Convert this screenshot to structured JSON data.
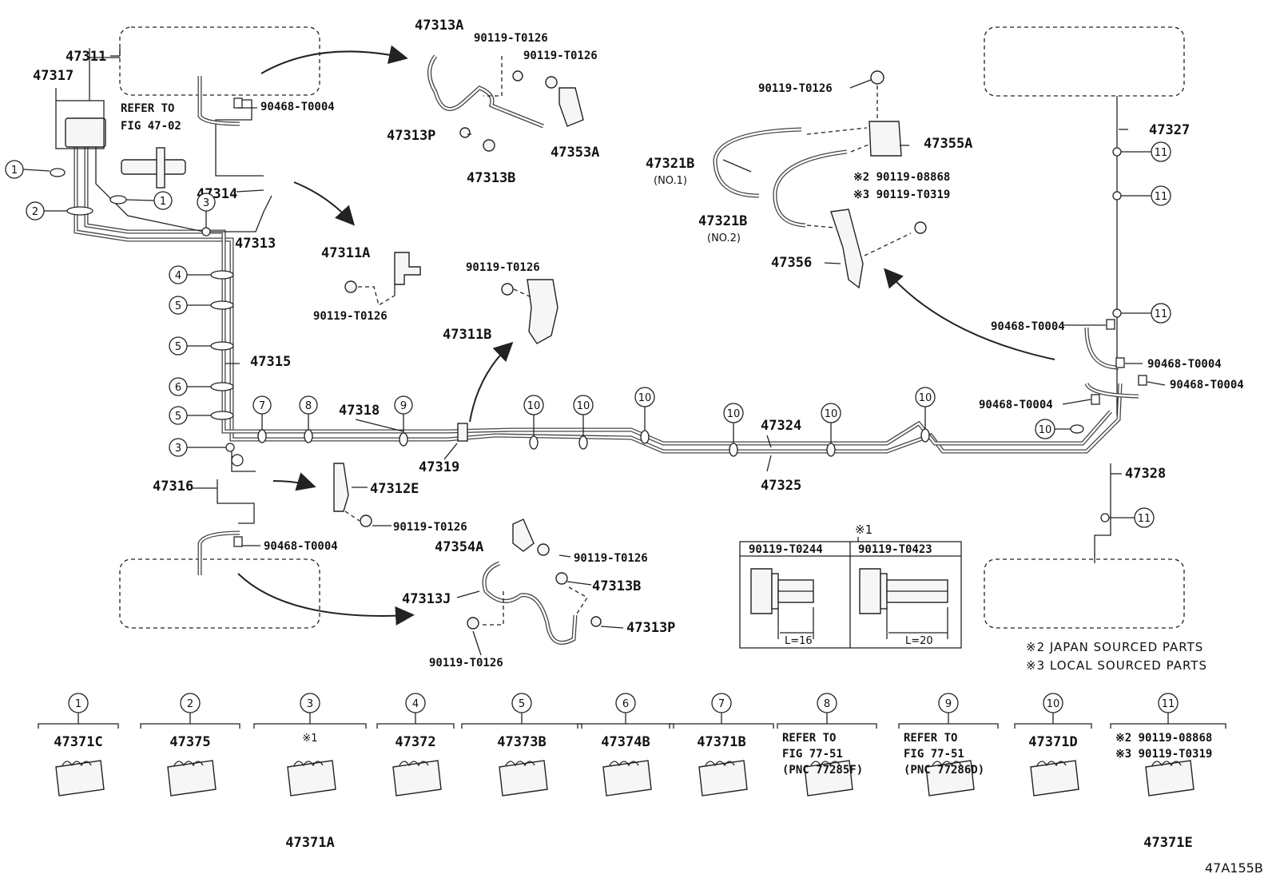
{
  "labels": {
    "p47311": "47311",
    "p47317": "47317",
    "refer_fig_line1": "REFER TO",
    "refer_fig_line2": "FIG 47-02",
    "p90468_a": "90468-T0004",
    "p47314": "47314",
    "p47313": "47313",
    "p47315": "47315",
    "p47318": "47318",
    "p47319": "47319",
    "p47316": "47316",
    "p47312e": "47312E",
    "p90119_b": "90119-T0126",
    "p90468_b": "90468-T0004",
    "p47313a": "47313A",
    "p90119_c1": "90119-T0126",
    "p90119_c2": "90119-T0126",
    "p47313p_top": "47313P",
    "p47313b_top": "47313B",
    "p47353a": "47353A",
    "p47311a": "47311A",
    "p90119_d": "90119-T0126",
    "p90119_e": "90119-T0126",
    "p47311b": "47311B",
    "p47354a": "47354A",
    "p90119_f": "90119-T0126",
    "p47313b_bot": "47313B",
    "p47313j": "47313J",
    "p47313p_bot": "47313P",
    "p90119_g": "90119-T0126",
    "p47324": "47324",
    "p47325": "47325",
    "p90119_h": "90119-T0126",
    "p47321b_1": "47321B",
    "no1": "(NO.1)",
    "p47321b_2": "47321B",
    "no2": "(NO.2)",
    "p47355a": "47355A",
    "note2_08868": "※2 90119-08868",
    "note3_t0319": "※3 90119-T0319",
    "p47356": "47356",
    "p47327": "47327",
    "p90468_c": "90468-T0004",
    "p90468_d": "90468-T0004",
    "p90468_e": "90468-T0004",
    "p90468_f": "90468-T0004",
    "p47328": "47328",
    "note_japan": "※2 JAPAN SOURCED PARTS",
    "note_local": "※3 LOCAL SOURCED PARTS",
    "fig_code": "47A155B"
  },
  "bolt_table": {
    "mark": "※1",
    "col1_header": "90119-T0244",
    "col2_header": "90119-T0423",
    "col1_length": "L=16",
    "col2_length": "L=20"
  },
  "clamps": [
    {
      "num": "1",
      "part": "47371C",
      "note": ""
    },
    {
      "num": "2",
      "part": "47375",
      "note": ""
    },
    {
      "num": "3",
      "part": "47371A",
      "note": "※1"
    },
    {
      "num": "4",
      "part": "47372",
      "note": ""
    },
    {
      "num": "5",
      "part": "47373B",
      "note": ""
    },
    {
      "num": "6",
      "part": "47374B",
      "note": ""
    },
    {
      "num": "7",
      "part": "47371B",
      "note": ""
    },
    {
      "num": "8",
      "part": "",
      "note": "REFER TO|FIG 77-51|(PNC 77285F)"
    },
    {
      "num": "9",
      "part": "",
      "note": "REFER TO|FIG 77-51|(PNC 77286D)"
    },
    {
      "num": "10",
      "part": "47371D",
      "note": ""
    },
    {
      "num": "11",
      "part": "47371E",
      "note": "※2 90119-08868|※3 90119-T0319"
    }
  ],
  "callouts": {
    "c1a": "1",
    "c1b": "1",
    "c2": "2",
    "c3a": "3",
    "c3b": "3",
    "c4": "4",
    "c5a": "5",
    "c5b": "5",
    "c5c": "5",
    "c6": "6",
    "c7": "7",
    "c8": "8",
    "c9": "9",
    "c10a": "10",
    "c10b": "10",
    "c10c": "10",
    "c10d": "10",
    "c10e": "10",
    "c10f": "10",
    "c10g": "10",
    "c11a": "11",
    "c11b": "11",
    "c11c": "11",
    "c11d": "11"
  }
}
